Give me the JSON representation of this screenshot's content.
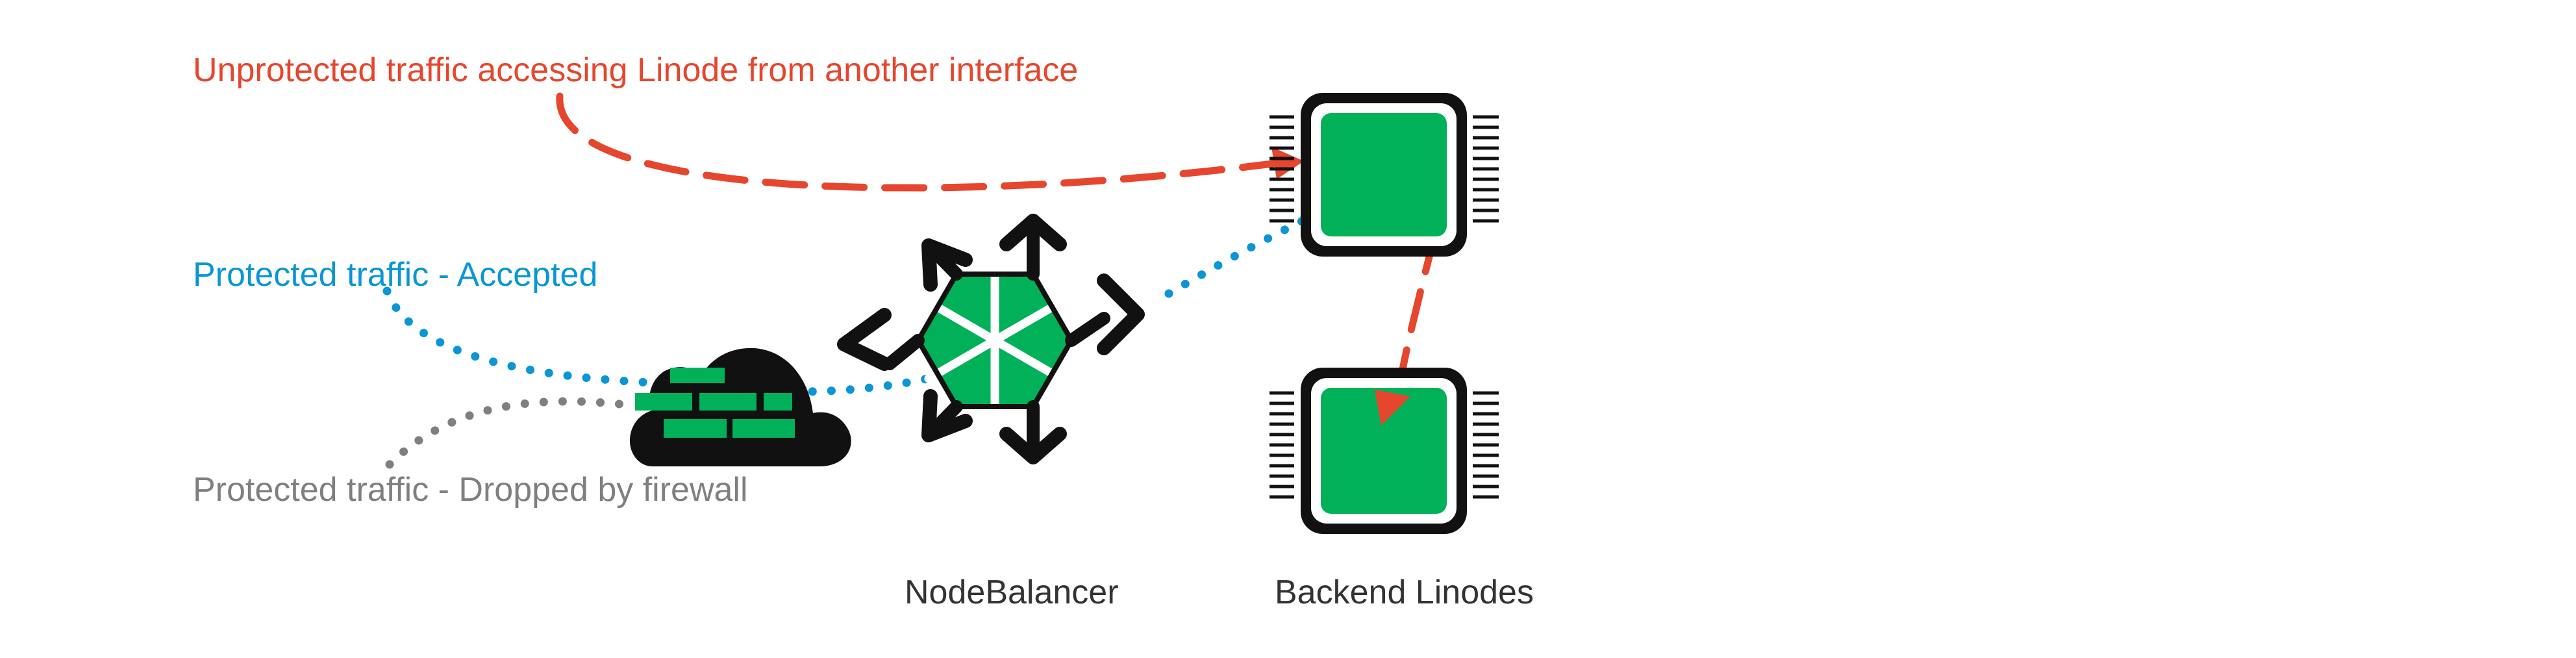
{
  "labels": {
    "unprotected": "Unprotected traffic accessing Linode from another interface",
    "accepted": "Protected traffic - Accepted",
    "dropped": "Protected traffic - Dropped by firewall",
    "nodebalancer": "NodeBalancer",
    "backend": "Backend Linodes"
  },
  "colors": {
    "unprotected": "#e5462d",
    "accepted": "#0a96d6",
    "dropped": "#7f7f7f",
    "node_green": "#00b159",
    "outline": "#111111",
    "caption": "#333333"
  },
  "icons": {
    "firewall": "cloud-firewall-icon",
    "nodebalancer": "nodebalancer-hexagon-icon",
    "linode_top": "linode-chip-icon",
    "linode_bottom": "linode-chip-icon"
  }
}
